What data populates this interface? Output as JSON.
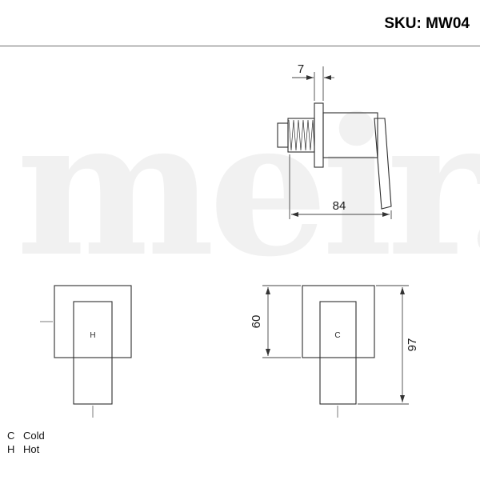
{
  "header": {
    "sku": "SKU: MW04"
  },
  "watermark": "meir.",
  "drawing": {
    "side_view": {
      "dim_flange_thickness": "7",
      "dim_length": "84"
    },
    "front_hot": {
      "label": "H"
    },
    "front_cold": {
      "label": "C",
      "dim_plate_height": "60",
      "dim_total_height": "97"
    }
  },
  "legend": {
    "items": [
      {
        "key": "C",
        "label": "Cold"
      },
      {
        "key": "H",
        "label": "Hot"
      }
    ]
  }
}
